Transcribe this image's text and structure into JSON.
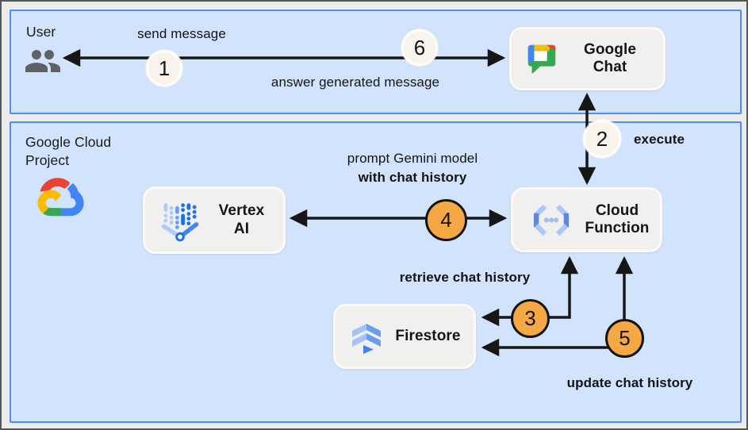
{
  "colors": {
    "canvas-bg": "#ececec",
    "canvas-border": "#54575a",
    "lane-fill": "#d2e3fc",
    "lane-border": "#4d8df6",
    "node-fill": "#f1f0ee",
    "node-border": "#fbfaf6",
    "step-cream": "#f8f4ec",
    "step-orange": "#f5a843",
    "arrow": "#161616",
    "text": "#1c1c1c"
  },
  "lanes": {
    "user": {
      "label": "User"
    },
    "gcp": {
      "label": "Google Cloud\nProject"
    }
  },
  "nodes": {
    "google_chat": {
      "label": "Google\nChat"
    },
    "vertex_ai": {
      "label": "Vertex\nAI"
    },
    "cloud_function": {
      "label": "Cloud\nFunction"
    },
    "firestore": {
      "label": "Firestore"
    }
  },
  "steps": {
    "s1": "1",
    "s2": "2",
    "s3": "3",
    "s4": "4",
    "s5": "5",
    "s6": "6"
  },
  "edges": {
    "send_message": "send message",
    "answer": "answer generated message",
    "execute": "execute",
    "prompt_line1": "prompt Gemini model",
    "prompt_line2": "with chat history",
    "retrieve": "retrieve chat history",
    "update": "update chat history"
  },
  "icons": {
    "user": "people-icon",
    "gcp": "google-cloud-logo",
    "google_chat": "google-chat-logo",
    "vertex_ai": "vertex-ai-logo",
    "cloud_function": "cloud-functions-logo",
    "firestore": "firestore-logo"
  }
}
